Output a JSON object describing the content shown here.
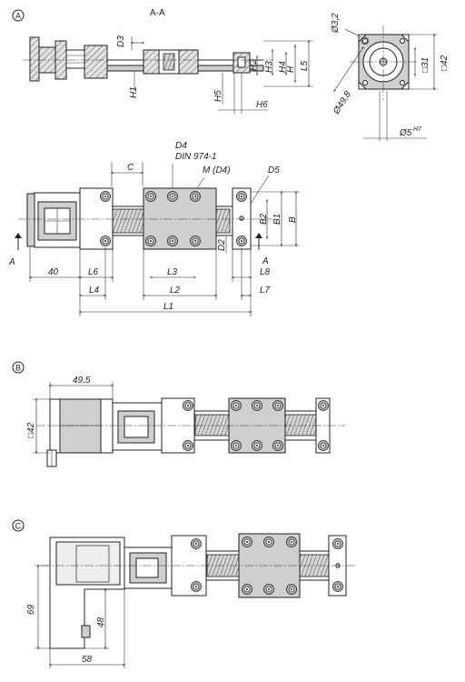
{
  "views": {
    "a": {
      "marker": "A",
      "section_title": "A-A",
      "section_dims": [
        "D3",
        "H1",
        "H2",
        "H3",
        "H4",
        "H5",
        "H6",
        "H",
        "L5"
      ],
      "end_view_dims": [
        "Ø3,2",
        "□31",
        "□42",
        "Ø49,8",
        "Ø5"
      ],
      "h7_superscript": "H7",
      "callouts": [
        "D4",
        "DIN 974-1",
        "M (D4)",
        "D5",
        "C"
      ],
      "plan_dims_right": [
        "B2",
        "B1",
        "B",
        "D2"
      ],
      "section_arrow": "A",
      "bottom_dims": [
        "40",
        "L6",
        "L3",
        "L8",
        "L4",
        "L2",
        "L7",
        "L1"
      ]
    },
    "b": {
      "marker": "B",
      "dims": [
        "49,5",
        "□42"
      ]
    },
    "c": {
      "marker": "C",
      "dims": [
        "69",
        "48",
        "58"
      ]
    }
  }
}
